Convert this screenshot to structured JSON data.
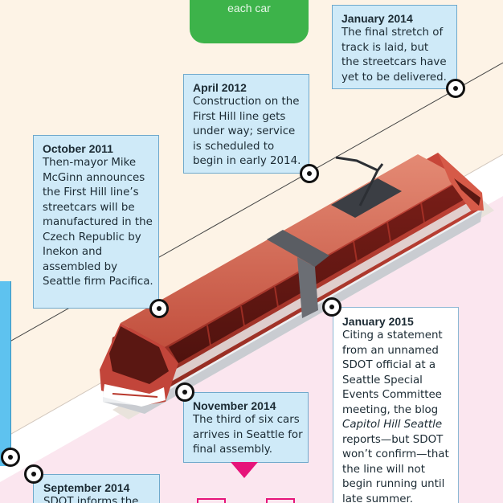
{
  "badge": {
    "text": "each car"
  },
  "events": [
    {
      "date": "January 2014",
      "text": "The final stretch of track is laid, but the streetcars have yet to be delivered."
    },
    {
      "date": "April 2012",
      "text": "Construction on the First Hill line gets under way; service is scheduled to begin in early 2014."
    },
    {
      "date": "October 2011",
      "text": "Then-mayor Mike McGinn announces the First Hill line’s streetcars will be manufactured in the Czech Republic by Inekon and assembled by Seattle firm Pacifica."
    },
    {
      "date": "January 2015",
      "text_before": "Citing a statement from an unnamed SDOT official at a Seattle Special Events Committee meeting, the blog",
      "text_italic": "Capitol Hill Seattle",
      "text_after": "reports—but SDOT won’t confirm—that the line will not begin running until late summer."
    },
    {
      "date": "November 2014",
      "text": "The third of six cars arrives in Seattle for final assembly."
    },
    {
      "date": "September 2014",
      "text": "SDOT informs the"
    }
  ],
  "colors": {
    "background": "#fdf3e6",
    "card_fill": "#cfeaf8",
    "badge_green": "#3db34a",
    "streetcar_red": "#b8382c",
    "pointer_pink": "#e6147a",
    "side_strip": "#5ec2ef"
  }
}
